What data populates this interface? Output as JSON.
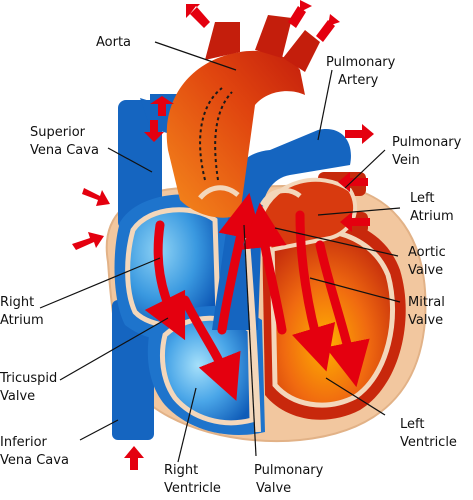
{
  "labels": {
    "aorta": "Aorta",
    "pulmonary_artery": [
      "Pulmonary",
      "Artery"
    ],
    "superior_vena_cava": [
      "Superior",
      "Vena Cava"
    ],
    "pulmonary_vein": [
      "Pulmonary",
      "Vein"
    ],
    "left_atrium": [
      "Left",
      "Atrium"
    ],
    "aortic_valve": [
      "Aortic",
      "Valve"
    ],
    "right_atrium": [
      "Right",
      "Atrium"
    ],
    "mitral_valve": [
      "Mitral",
      "Valve"
    ],
    "tricuspid_valve": [
      "Tricuspid",
      "Valve"
    ],
    "left_ventricle": [
      "Left",
      "Ventricle"
    ],
    "inferior_vena_cava": [
      "Inferior",
      "Vena Cava"
    ],
    "right_ventricle": [
      "Right",
      "Ventricle"
    ],
    "pulmonary_valve": [
      "Pulmonary",
      "Valve"
    ]
  },
  "colors": {
    "deoxygenated": "#1565c0",
    "oxygenated": "#d32f0c",
    "flow_arrow": "#e4000f",
    "pericardium": "#f2c79f"
  }
}
